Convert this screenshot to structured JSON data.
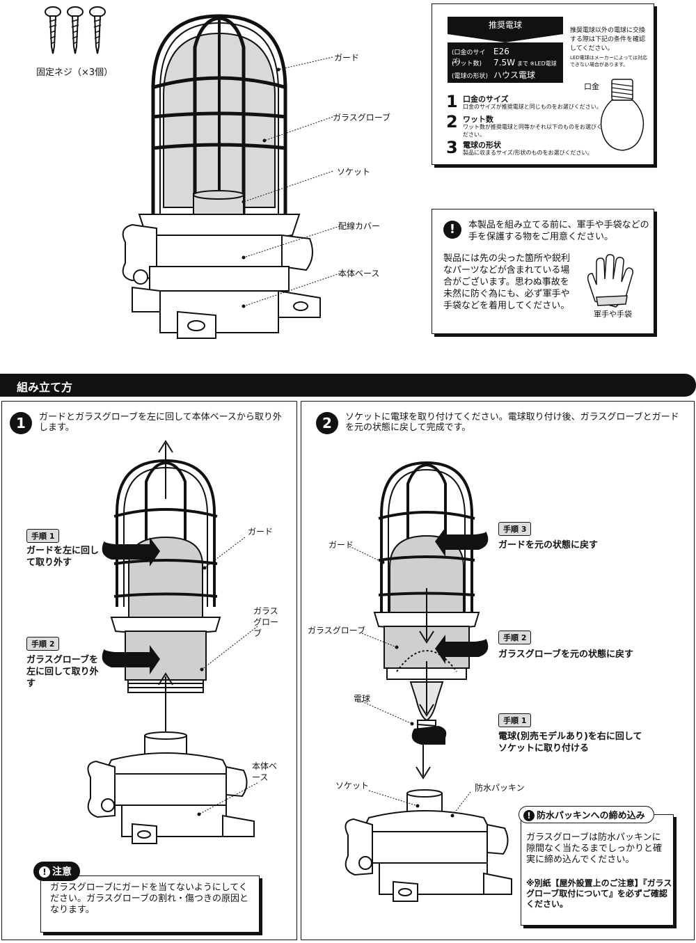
{
  "top": {
    "screws_label": "固定ネジ（×3個）",
    "callouts": {
      "guard": "ガード",
      "glass_globe": "ガラスグローブ",
      "socket": "ソケット",
      "wiring_cover": "配線カバー",
      "body_base": "本体ベース"
    }
  },
  "bulb_box": {
    "header": "推奨電球",
    "specs": [
      {
        "key": "(口金のサイズ)",
        "value": "E26",
        "suffix": ""
      },
      {
        "key": "(ワット数)",
        "value": "7.5W",
        "suffix": "まで ※LED電球"
      },
      {
        "key": "(電球の形状)",
        "value": "ハウス電球",
        "suffix": ""
      }
    ],
    "note": "推奨電球以外の電球に交換する際は下記の条件を確認してください。",
    "note_small": "LED電球はメーカーによっては対応できない場合があります。",
    "items": [
      {
        "num": "1",
        "title": "口金のサイズ",
        "desc": "口金のサイズが推奨電球と同じものをお選びください。"
      },
      {
        "num": "2",
        "title": "ワット数",
        "desc": "ワット数が推奨電球と同等かそれ以下のものをお選びください。"
      },
      {
        "num": "3",
        "title": "電球の形状",
        "desc": "製品に収まるサイズ/形状のものをお選びください。"
      }
    ],
    "base_label": "口金"
  },
  "glove_box": {
    "headline": "本製品を組み立てる前に、軍手や手袋などの手を保護する物をご用意ください。",
    "body": "製品には先の尖った箇所や鋭利なパーツなどが含まれている場合がございます。思わぬ事故を未然に防ぐ為にも、必ず軍手や手袋などを着用してください。",
    "caption": "軍手や手袋"
  },
  "section_title": "組み立て方",
  "step1": {
    "num": "1",
    "text": "ガードとガラスグローブを左に回して本体ベースから取り外します。",
    "proc1_badge": "手順 1",
    "proc1_text": "ガードを左に回して取り外す",
    "proc2_badge": "手順 2",
    "proc2_text": "ガラスグローブを左に回して取り外す",
    "label_guard": "ガード",
    "label_globe": "ガラスグローブ",
    "label_base": "本体ベース",
    "caution_tag": "注意",
    "caution_text": "ガラスグローブにガードを当てないようにしてください。ガラスグローブの割れ・傷つきの原因となります。"
  },
  "step2": {
    "num": "2",
    "text": "ソケットに電球を取り付けてください。電球取り付け後、ガラスグローブとガードを元の状態に戻して完成です。",
    "proc3_badge": "手順 3",
    "proc3_text": "ガードを元の状態に戻す",
    "proc2_badge": "手順 2",
    "proc2_text": "ガラスグローブを元の状態に戻す",
    "proc1_badge": "手順 1",
    "proc1_text": "電球(別売モデルあり)を右に回してソケットに取り付ける",
    "label_guard": "ガード",
    "label_globe": "ガラスグローブ",
    "label_bulb": "電球",
    "label_socket": "ソケット",
    "label_packing": "防水パッキン",
    "pack_tag": "防水パッキンへの締め込み",
    "pack_text": "ガラスグローブは防水パッキンに隙間なく当たるまでしっかりと確実に締め込んでください。",
    "pack_note": "※別紙【屋外設置上のご注意】『ガラスグローブ取付について』を必ずご確認ください。"
  }
}
